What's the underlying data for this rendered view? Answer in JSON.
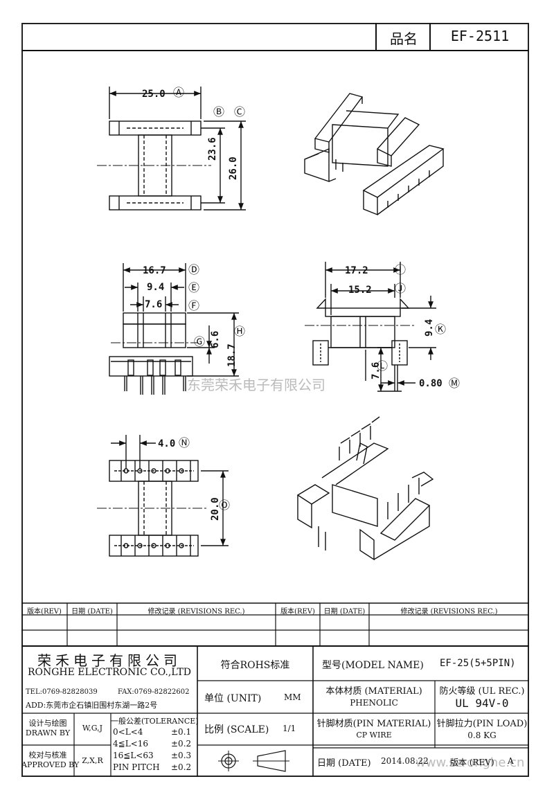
{
  "header": {
    "name_label": "品名",
    "part_no": "EF-2511"
  },
  "dims": {
    "top": {
      "w": "25.0",
      "w_id": "Ⓐ",
      "b_id": "Ⓑ",
      "c_id": "Ⓒ",
      "h1": "23.6",
      "h2": "26.0"
    },
    "front": {
      "d": "16.7",
      "d_id": "Ⓓ",
      "e": "9.4",
      "e_id": "Ⓔ",
      "f": "7.6",
      "f_id": "Ⓕ",
      "g": "6.6",
      "g_id": "Ⓖ",
      "h": "18.7",
      "h_id": "Ⓗ"
    },
    "side": {
      "i": "17.2",
      "i_id": "Ⓘ",
      "j": "15.2",
      "j_id": "Ⓙ",
      "k": "9.4",
      "k_id": "Ⓚ",
      "l": "7.6",
      "l_id": "Ⓛ",
      "m": "0.80",
      "m_id": "Ⓜ"
    },
    "bottom": {
      "n": "4.0",
      "n_id": "Ⓝ",
      "o": "20.0",
      "o_id": "Ⓞ"
    }
  },
  "watermark": "东莞荣禾电子有限公司",
  "watermark2": "www.szronghe.cn",
  "revisions": {
    "rev": "版本(REV)",
    "date": "日期 (DATE)",
    "rec": "修改记录 (REVISIONS REC.)"
  },
  "title_block": {
    "company_cn": "荣禾电子有限公司",
    "company_en": "RONGHE ELECTRONIC CO.,LTD",
    "tel": "TEL:0769-82828039",
    "fax": "FAX:0769-82822602",
    "addr": "ADD:东莞市企石镇旧围村东湖一路2号",
    "rohs": "符合ROHS标准",
    "model_label": "型号(MODEL NAME)",
    "model_value": "EF-25(5+5PIN)",
    "unit_label": "单位 (UNIT)",
    "unit_value": "MM",
    "material_label": "本体材质 (MATERIAL)",
    "material_value": "PHENOLIC",
    "ul_label": "防火等级 (UL REC.)",
    "ul_value": "UL 94V-0",
    "designer_cn": "设计与绘图",
    "designer_en": "DRAWN BY",
    "designer_value": "W,G,J",
    "approver_cn": "校对与核准",
    "approver_en": "APPROVED BY",
    "approver_value": "Z,X,R",
    "tol_title": "一般公差(TOLERANCE)",
    "tol": [
      {
        "range": "0<L<4",
        "value": "±0.1"
      },
      {
        "range": "4≦L<16",
        "value": "±0.2"
      },
      {
        "range": "16≦L<63",
        "value": "±0.3"
      },
      {
        "range": "PIN PITCH",
        "value": "±0.2"
      }
    ],
    "scale_label": "比例 (SCALE)",
    "scale_value": "1/1",
    "pin_mat_label": "针脚材质(PIN MATERIAL)",
    "pin_mat_value": "CP WIRE",
    "pin_load_label": "针脚拉力(PIN LOAD)",
    "pin_load_value": "0.8 KG",
    "date_label": "日期 (DATE)",
    "date_value": "2014.08.22",
    "rev_label": "版本 (REV)",
    "rev_value": "A"
  }
}
